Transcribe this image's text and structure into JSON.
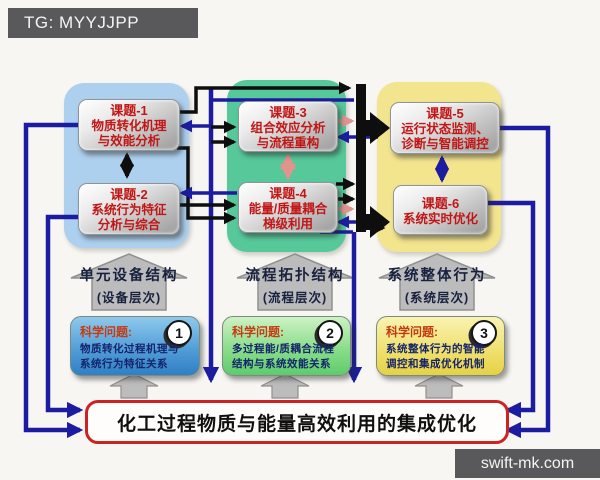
{
  "watermarks": {
    "top": "TG: MYYJJPP",
    "bottom": "swift-mk.com"
  },
  "panels": [
    {
      "name": "unit-equipment",
      "topics": [
        {
          "title": "课题-1",
          "lines": [
            "物质转化机理",
            "与效能分析"
          ]
        },
        {
          "title": "课题-2",
          "lines": [
            "系统行为特征",
            "分析与综合"
          ]
        }
      ]
    },
    {
      "name": "process",
      "topics": [
        {
          "title": "课题-3",
          "lines": [
            "组合效应分析",
            "与流程重构"
          ]
        },
        {
          "title": "课题-4",
          "lines": [
            "能量/质量耦合",
            "梯级利用"
          ]
        }
      ]
    },
    {
      "name": "system",
      "topics": [
        {
          "title": "课题-5",
          "lines": [
            "运行状态监测、",
            "诊断与智能调控"
          ]
        },
        {
          "title": "课题-6",
          "lines": [
            "系统实时优化"
          ]
        }
      ]
    }
  ],
  "level_arrows": [
    {
      "label": "单元设备结构",
      "sub": "(设备层次)"
    },
    {
      "label": "流程拓扑结构",
      "sub": "(流程层次)"
    },
    {
      "label": "系统整体行为",
      "sub": "(系统层次)"
    }
  ],
  "science_questions": [
    {
      "label": "科学问题:",
      "num": "1",
      "lines": [
        "物质转化过程机理与",
        "系统行为特征关系"
      ]
    },
    {
      "label": "科学问题:",
      "num": "2",
      "lines": [
        "多过程能/质耦合流程",
        "结构与系统效能关系"
      ]
    },
    {
      "label": "科学问题:",
      "num": "3",
      "lines": [
        "系统整体行为的智能",
        "调控和集成优化机制"
      ]
    }
  ],
  "bottom_banner": "化工过程物质与能量高效利用的集成优化",
  "colors": {
    "panel_blue": "#add0ef",
    "panel_green": "#57c89a",
    "panel_yellow": "#f3e48e",
    "connector_blue": "#1c1ca0",
    "connector_black": "#0e0e0e",
    "connector_salmon": "#df958d",
    "topic_text_red": "#c21616",
    "banner_border_red": "#cc2222",
    "gray_arrow": "#bcbcbc"
  }
}
